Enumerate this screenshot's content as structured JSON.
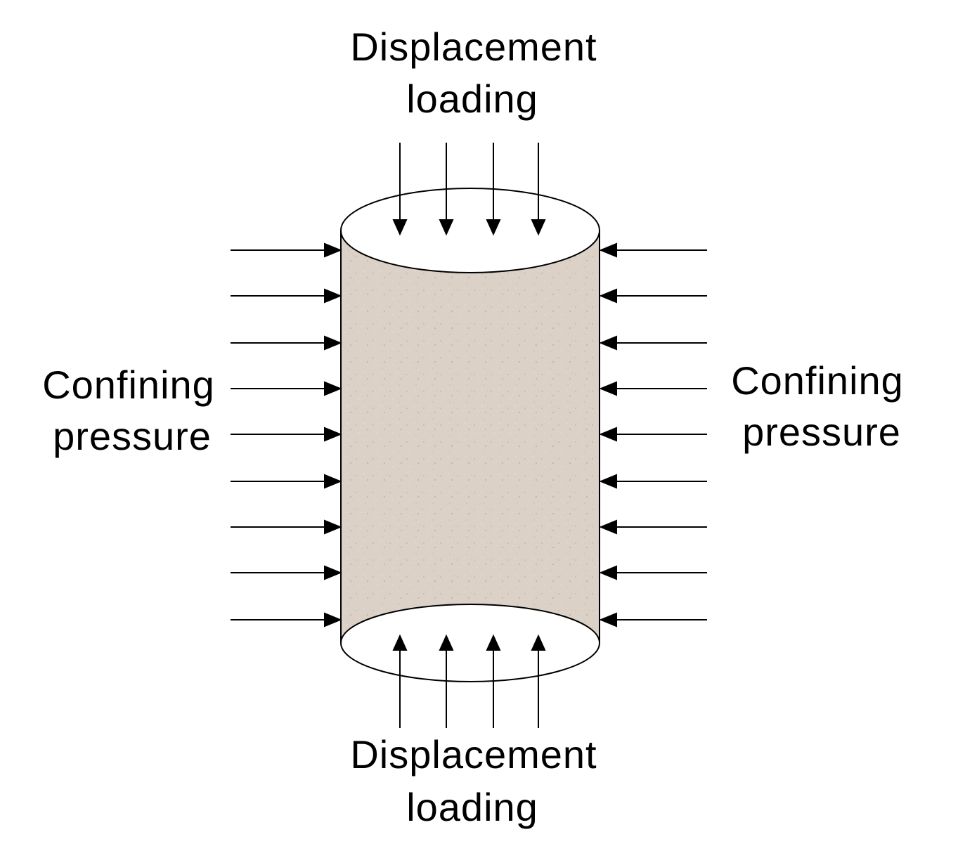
{
  "colors": {
    "background": "#ffffff",
    "specimen_fill": "#dbd1c6",
    "specimen_speckle": "#bfb2a4",
    "end_cap_fill": "#ffffff",
    "stroke": "#000000"
  },
  "labels": {
    "top": {
      "line1": "Displacement",
      "line2": "loading"
    },
    "bottom": {
      "line1": "Displacement",
      "line2": "loading"
    },
    "left": {
      "line1": "Confining",
      "line2": "pressure"
    },
    "right": {
      "line1": "Confining",
      "line2": "pressure"
    }
  },
  "arrows": {
    "side_count_each": 9,
    "end_count_each": 4
  }
}
